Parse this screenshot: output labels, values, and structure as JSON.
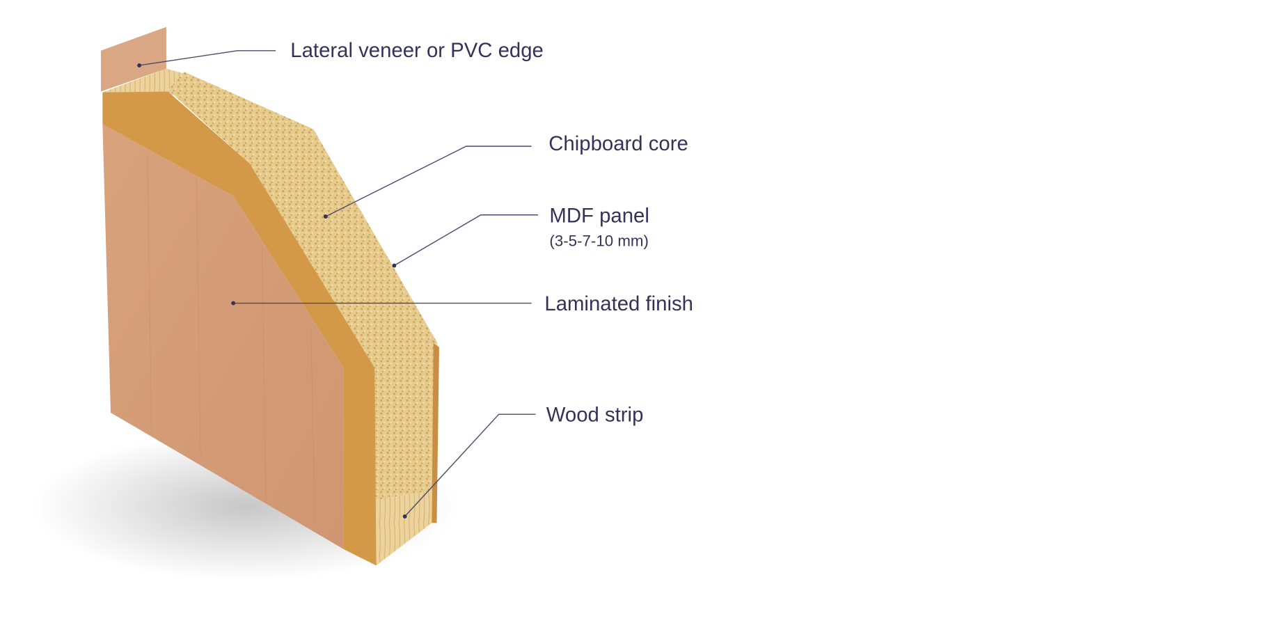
{
  "diagram": {
    "labels": {
      "veneer": "Lateral veneer or PVC edge",
      "chipboard": "Chipboard core",
      "mdf": "MDF panel",
      "mdf_sub": "(3-5-7-10 mm)",
      "laminate": "Laminated finish",
      "wood_strip": "Wood strip"
    },
    "colors": {
      "laminate": "#d9a57c",
      "mdf": "#d49a4a",
      "chipboard": "#e8cf93",
      "pine": "#ecd49a",
      "text": "#33335a"
    }
  }
}
